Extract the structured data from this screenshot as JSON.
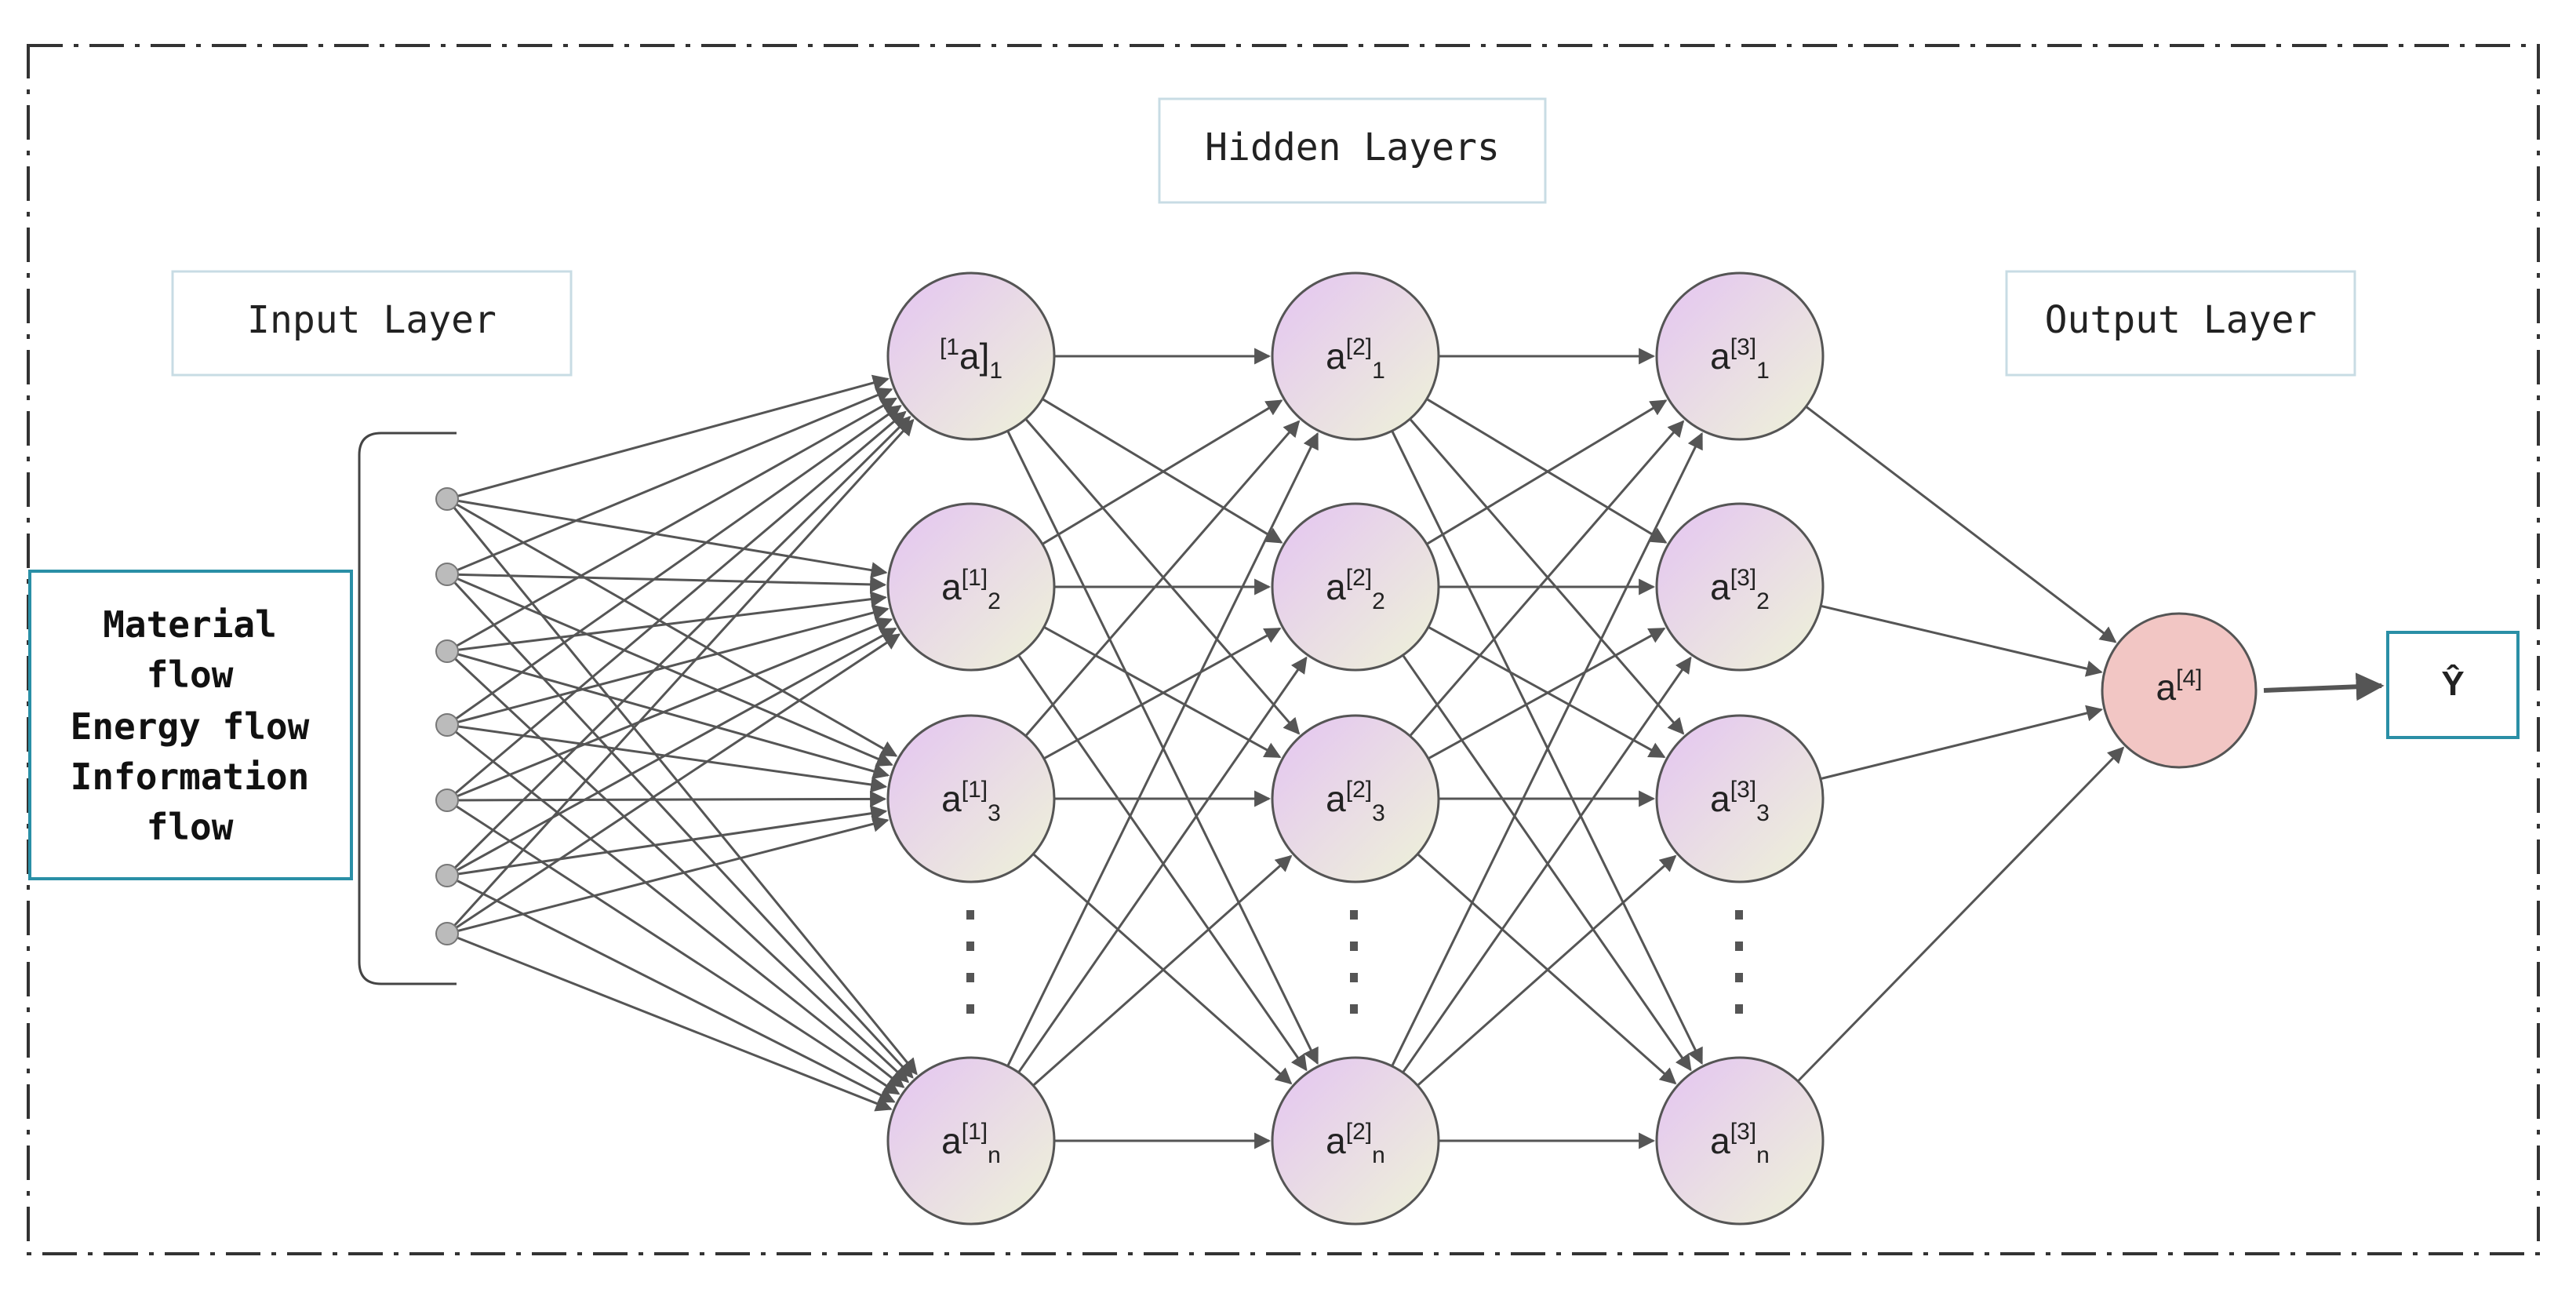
{
  "labels": {
    "hidden_layers": "Hidden Layers",
    "input_layer": "Input Layer",
    "output_layer": "Output Layer"
  },
  "input_box": {
    "lines": [
      "Material",
      "flow",
      "Energy flow",
      "Information",
      "flow"
    ]
  },
  "output_box": {
    "text": "Ŷ"
  },
  "layers": {
    "hidden1": {
      "nodes": [
        {
          "base": "",
          "prefix_sup": "[1",
          "mid": "a]",
          "sub": "1",
          "sup": ""
        },
        {
          "base": "a",
          "sup": "[1]",
          "sub": "2"
        },
        {
          "base": "a",
          "sup": "[1]",
          "sub": "3"
        },
        {
          "base": "a",
          "sup": "[1]",
          "sub": "n"
        }
      ]
    },
    "hidden2": {
      "nodes": [
        {
          "base": "a",
          "sup": "[2]",
          "sub": "1"
        },
        {
          "base": "a",
          "sup": "[2]",
          "sub": "2"
        },
        {
          "base": "a",
          "sup": "[2]",
          "sub": "3"
        },
        {
          "base": "a",
          "sup": "[2]",
          "sub": "n"
        }
      ]
    },
    "hidden3": {
      "nodes": [
        {
          "base": "a",
          "sup": "[3]",
          "sub": "1"
        },
        {
          "base": "a",
          "sup": "[3]",
          "sub": "2"
        },
        {
          "base": "a",
          "sup": "[3]",
          "sub": "3"
        },
        {
          "base": "a",
          "sup": "[3]",
          "sub": "n"
        }
      ]
    },
    "output": {
      "node": {
        "base": "a",
        "sup": "[4]",
        "sub": ""
      }
    }
  },
  "colors": {
    "hidden_node_top": "#e6c8f0",
    "hidden_node_bottom": "#eef2dc",
    "output_node": "#f2c6c4",
    "edge": "#555555",
    "box_border": "#2a8fa6",
    "label_border": "#c8dce4",
    "frame": "#333333"
  }
}
